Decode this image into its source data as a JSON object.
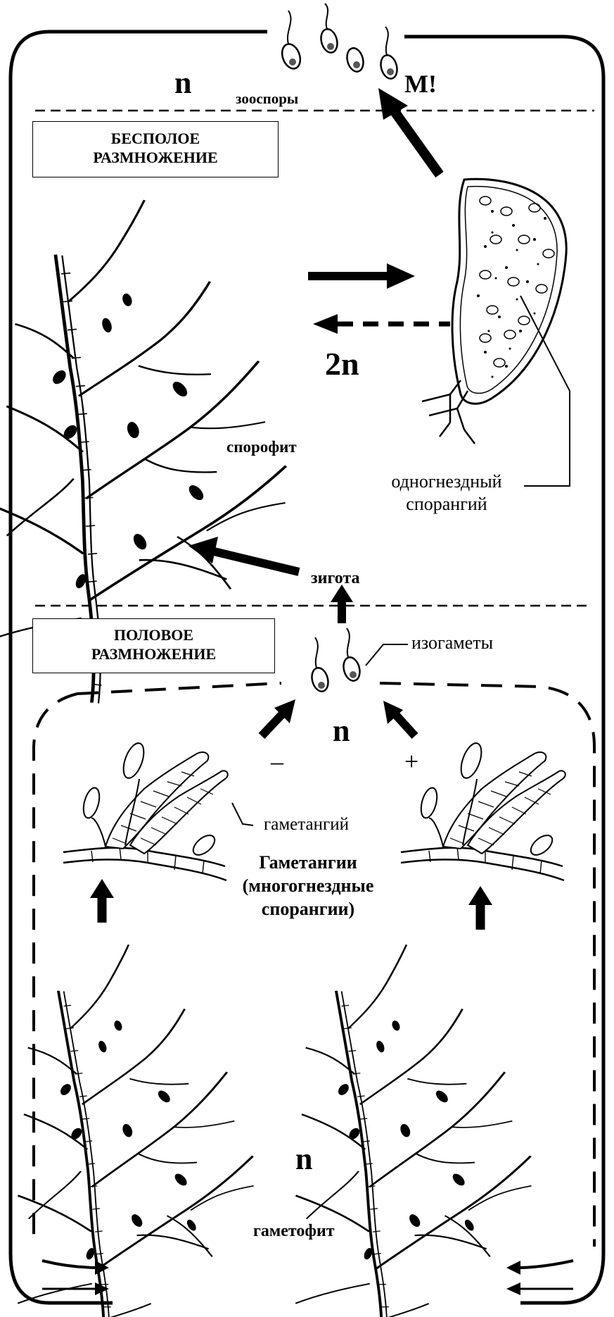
{
  "ploidy": {
    "top_n": "n",
    "sporophyte_2n": "2n",
    "gametangia_n": "n",
    "gametophyte_n": "n"
  },
  "meiosis_mark": "M!",
  "labels": {
    "zoospores": "зооспоры",
    "asexual_title_line1": "БЕСПОЛОЕ",
    "asexual_title_line2": "РАЗМНОЖЕНИЕ",
    "sporophyte": "спорофит",
    "unilocular_line1": "одногнездный",
    "unilocular_line2": "спорангий",
    "zygote": "зигота",
    "sexual_title_line1": "ПОЛОВОЕ",
    "sexual_title_line2": "РАЗМНОЖЕНИЕ",
    "isogametes": "изогаметы",
    "gametangium": "гаметангий",
    "gametangia_line1": "Гаметангии",
    "gametangia_line2": "(многогнездные",
    "gametangia_line3": "спорангии)",
    "gametophyte": "гаметофит",
    "minus_sign": "–",
    "plus_sign": "+"
  }
}
